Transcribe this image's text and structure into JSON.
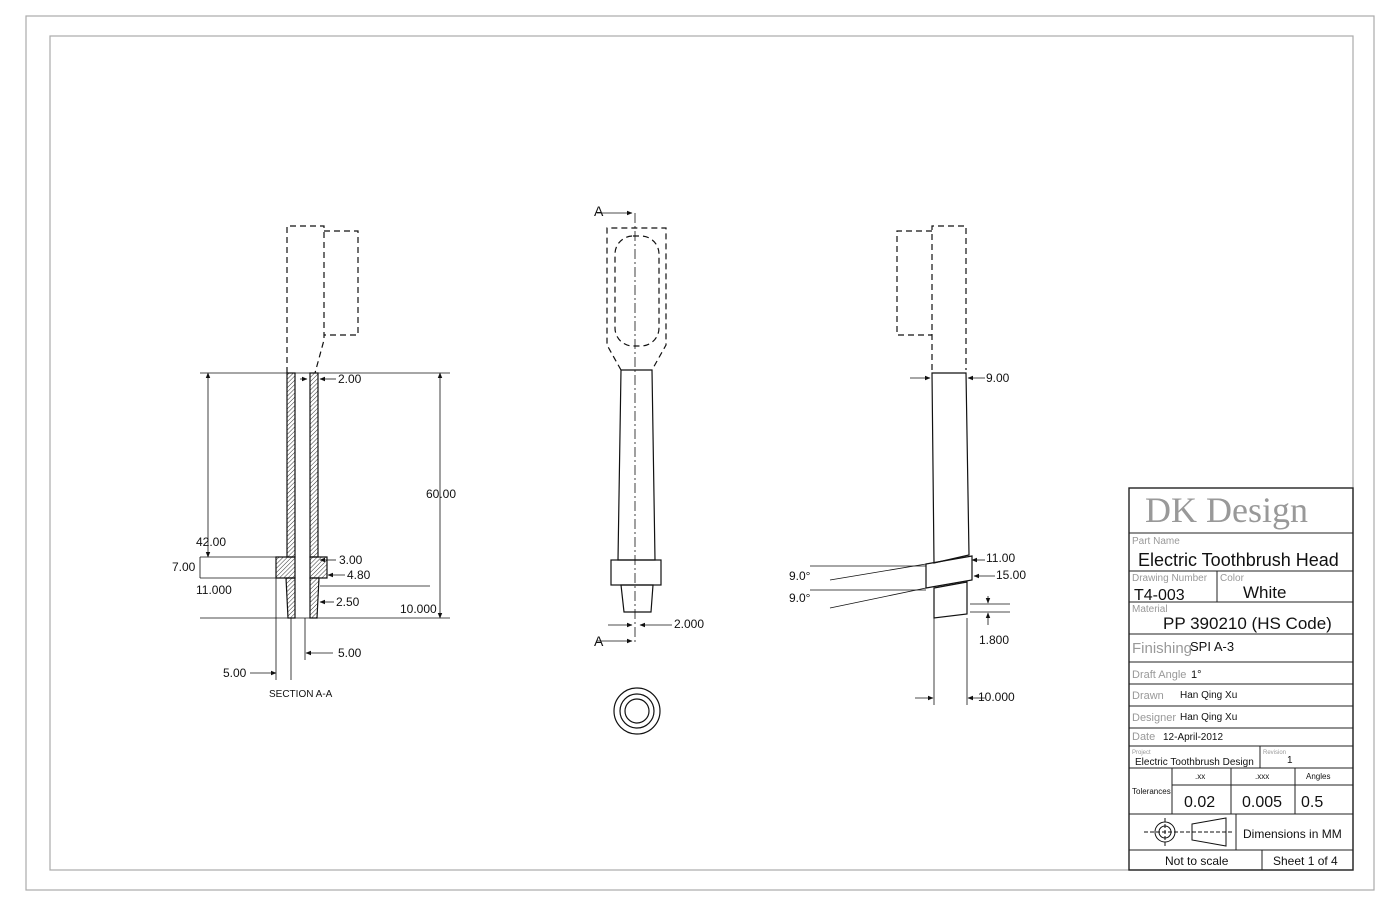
{
  "title_block": {
    "company": "DK Design",
    "part_name_label": "Part Name",
    "part_name": "Electric Toothbrush Head",
    "drawing_number_label": "Drawing Number",
    "drawing_number": "T4-003",
    "color_label": "Color",
    "color": "White",
    "material_label": "Material",
    "material": "PP 390210 (HS Code)",
    "finishing_label": "Finishing",
    "finishing": "SPI A-3",
    "draft_angle_label": "Draft Angle",
    "draft_angle": "1°",
    "drawn_label": "Drawn",
    "drawn": "Han Qing Xu",
    "designer_label": "Designer",
    "designer": "Han Qing Xu",
    "date_label": "Date",
    "date": "12-April-2012",
    "project_label": "Project",
    "project": "Electric Toothbrush Design",
    "revision_label": "Revision",
    "revision": "1",
    "tolerances_label": "Tolerances",
    "tol_headers": [
      ".xx",
      ".xxx",
      "Angles"
    ],
    "tol_values": [
      "0.02",
      "0.005",
      "0.5"
    ],
    "units": "Dimensions in MM",
    "scale": "Not to scale",
    "sheet": "Sheet 1 of 4"
  },
  "section_view": {
    "caption": "SECTION A-A",
    "dims": {
      "wall": "2.00",
      "total_length": "60.00",
      "upper_length": "42.00",
      "collar_height": "7.00",
      "lower_length": "11.000",
      "collar_inner": "3.00",
      "collar_outer": "4.80",
      "tip_wall": "2.50",
      "tip_length": "10.000",
      "bore_width": "5.00",
      "tip_width": "5.00"
    }
  },
  "front_view": {
    "section_mark": "A",
    "dims": {
      "slot_width": "2.000"
    }
  },
  "side_view": {
    "dims": {
      "top_width": "9.00",
      "collar_top": "11.00",
      "collar_bottom": "15.00",
      "angle_top": "9.0°",
      "angle_bottom": "9.0°",
      "step": "1.800",
      "base_width": "10.000"
    }
  }
}
